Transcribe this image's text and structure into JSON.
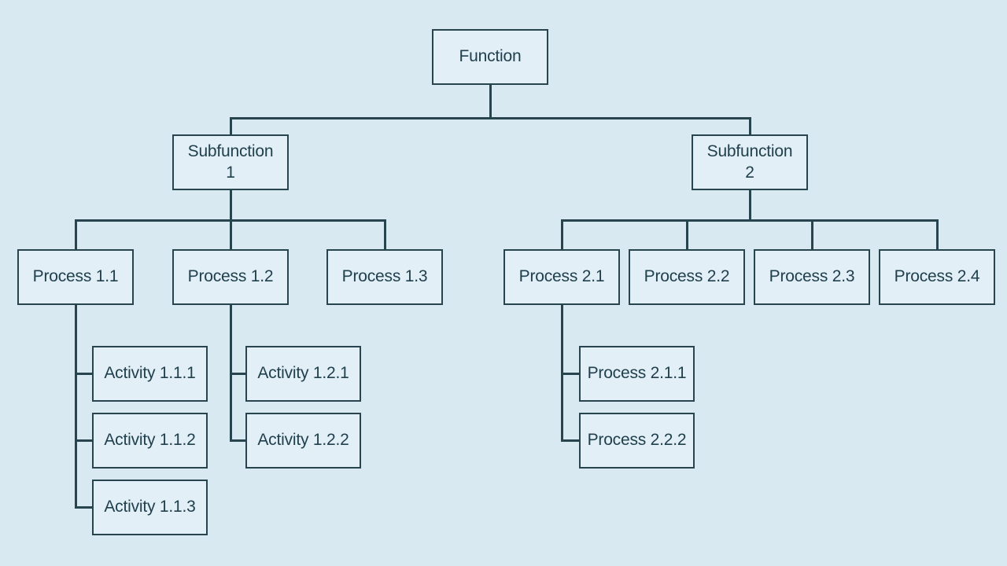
{
  "diagram_type": "function-decomposition-tree",
  "colors": {
    "background": "#d9e9f1",
    "node_fill": "#e2eff7",
    "line": "#28454f",
    "text": "#21404d"
  },
  "tree": {
    "label": "Function",
    "children": [
      {
        "label": "Subfunction\n1",
        "children": [
          {
            "label": "Process 1.1",
            "children": [
              {
                "label": "Activity 1.1.1"
              },
              {
                "label": "Activity 1.1.2"
              },
              {
                "label": "Activity 1.1.3"
              }
            ]
          },
          {
            "label": "Process 1.2",
            "children": [
              {
                "label": "Activity 1.2.1"
              },
              {
                "label": "Activity 1.2.2"
              }
            ]
          },
          {
            "label": "Process 1.3",
            "children": []
          }
        ]
      },
      {
        "label": "Subfunction\n2",
        "children": [
          {
            "label": "Process 2.1",
            "children": [
              {
                "label": "Process 2.1.1"
              },
              {
                "label": "Process 2.2.2"
              }
            ]
          },
          {
            "label": "Process 2.2",
            "children": []
          },
          {
            "label": "Process 2.3",
            "children": []
          },
          {
            "label": "Process 2.4",
            "children": []
          }
        ]
      }
    ]
  }
}
